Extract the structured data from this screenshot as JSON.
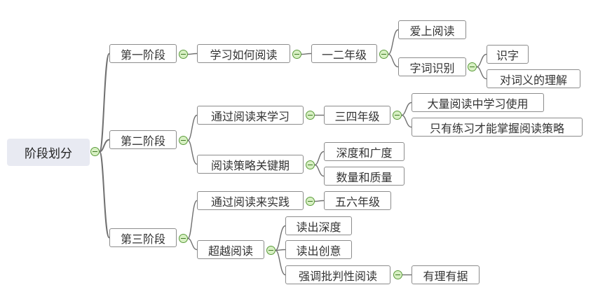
{
  "mindmap": {
    "colors": {
      "line": "#707070",
      "node_border": "#8c8c8c",
      "root_fill": "#e8eaf2",
      "toggle_fill": "#d8f0c4",
      "toggle_border": "#5a9b3a"
    },
    "root": {
      "id": "root",
      "label": "阶段划分",
      "children": [
        {
          "id": "stage1",
          "label": "第一阶段",
          "children": [
            {
              "id": "s1-learn",
              "label": "学习如何阅读",
              "children": [
                {
                  "id": "grade12",
                  "label": "一二年级",
                  "children": [
                    {
                      "id": "love",
                      "label": "爱上阅读"
                    },
                    {
                      "id": "wordrec",
                      "label": "字词识别",
                      "children": [
                        {
                          "id": "shizi",
                          "label": "识字"
                        },
                        {
                          "id": "ciyi",
                          "label": "对词义的理解"
                        }
                      ]
                    }
                  ]
                }
              ]
            }
          ]
        },
        {
          "id": "stage2",
          "label": "第二阶段",
          "children": [
            {
              "id": "s2-learn",
              "label": "通过阅读来学习",
              "children": [
                {
                  "id": "grade34",
                  "label": "三四年级",
                  "children": [
                    {
                      "id": "massread",
                      "label": "大量阅读中学习使用"
                    },
                    {
                      "id": "practice",
                      "label": "只有练习才能掌握阅读策略"
                    }
                  ]
                }
              ]
            },
            {
              "id": "s2-key",
              "label": "阅读策略关键期",
              "children": [
                {
                  "id": "depth",
                  "label": "深度和广度"
                },
                {
                  "id": "quantity",
                  "label": "数量和质量"
                }
              ]
            }
          ]
        },
        {
          "id": "stage3",
          "label": "第三阶段",
          "children": [
            {
              "id": "s3-practice",
              "label": "通过阅读来实践",
              "children": [
                {
                  "id": "grade56",
                  "label": "五六年级"
                }
              ]
            },
            {
              "id": "s3-beyond",
              "label": "超越阅读",
              "children": [
                {
                  "id": "deep",
                  "label": "读出深度"
                },
                {
                  "id": "creative",
                  "label": "读出创意"
                },
                {
                  "id": "critical",
                  "label": "强调批判性阅读",
                  "children": [
                    {
                      "id": "reason",
                      "label": "有理有据"
                    }
                  ]
                }
              ]
            }
          ]
        }
      ]
    }
  }
}
